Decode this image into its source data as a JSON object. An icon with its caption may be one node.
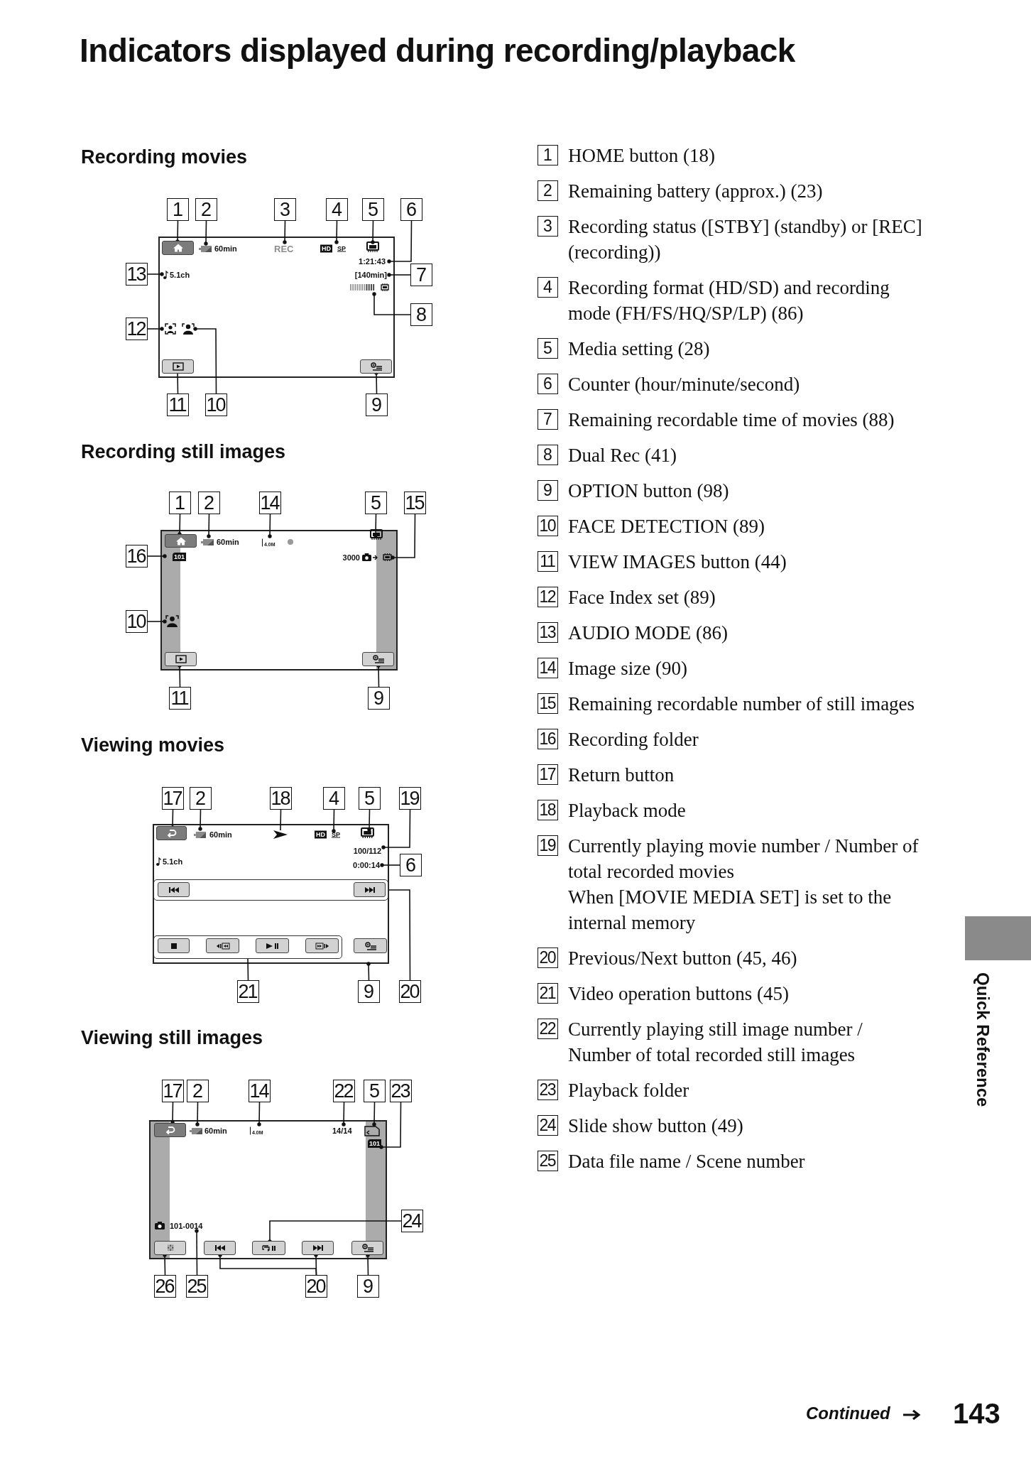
{
  "diagram": {
    "title": "Indicators displayed during recording/playback",
    "nodes": [
      {
        "text": [
          "60min",
          "REC",
          "HD",
          "SP",
          "1:21:43",
          "[140min]",
          "5.1ch"
        ]
      },
      {
        "text": [
          "1"
        ]
      },
      {
        "text": [
          "2"
        ]
      },
      {
        "text": [
          "3"
        ]
      },
      {
        "text": [
          "4"
        ]
      },
      {
        "text": [
          "5"
        ]
      },
      {
        "text": [
          "6"
        ]
      },
      {
        "text": [
          "13"
        ]
      },
      {
        "text": [
          "7"
        ]
      },
      {
        "text": [
          "8"
        ]
      },
      {
        "text": [
          "12"
        ]
      },
      {
        "text": [
          "11"
        ]
      },
      {
        "text": [
          "10"
        ]
      },
      {
        "text": [
          "9"
        ]
      },
      {
        "text": [
          "60min",
          "4.0M",
          "101",
          "3000"
        ]
      },
      {
        "text": [
          "1"
        ]
      },
      {
        "text": [
          "2"
        ]
      },
      {
        "text": [
          "14"
        ]
      },
      {
        "text": [
          "5"
        ]
      },
      {
        "text": [
          "15"
        ]
      },
      {
        "text": [
          "16"
        ]
      },
      {
        "text": [
          "10"
        ]
      },
      {
        "text": [
          "11"
        ]
      },
      {
        "text": [
          "9"
        ]
      },
      {
        "text": [
          "60min",
          "HD",
          "SP",
          "100/112",
          "5.1ch",
          "0:00:14"
        ]
      },
      {
        "text": [
          "17"
        ]
      },
      {
        "text": [
          "2"
        ]
      },
      {
        "text": [
          "18"
        ]
      },
      {
        "text": [
          "4"
        ]
      },
      {
        "text": [
          "5"
        ]
      },
      {
        "text": [
          "19"
        ]
      },
      {
        "text": [
          "6"
        ]
      },
      {
        "text": [
          "21"
        ]
      },
      {
        "text": [
          "9"
        ]
      },
      {
        "text": [
          "20"
        ]
      },
      {
        "text": [
          "60min",
          "4.0M",
          "14/14",
          "101",
          "101-0014"
        ]
      },
      {
        "text": [
          "17"
        ]
      },
      {
        "text": [
          "2"
        ]
      },
      {
        "text": [
          "14"
        ]
      },
      {
        "text": [
          "22"
        ]
      },
      {
        "text": [
          "5"
        ]
      },
      {
        "text": [
          "23"
        ]
      },
      {
        "text": [
          "24"
        ]
      },
      {
        "text": [
          "26"
        ]
      },
      {
        "text": [
          "25"
        ]
      },
      {
        "text": [
          "20"
        ]
      },
      {
        "text": [
          "9"
        ]
      },
      {
        "text": [],
        "shape": "box"
      }
    ],
    "edges": [
      {
        "from": 1,
        "to": 0,
        "arrow": "other"
      },
      {
        "from": 2,
        "to": 0,
        "arrow": "other"
      },
      {
        "from": 3,
        "to": 0,
        "arrow": "other"
      },
      {
        "from": 4,
        "to": 0,
        "arrow": "other"
      },
      {
        "from": 5,
        "to": 0,
        "arrow": "other"
      },
      {
        "from": 6,
        "to": 0,
        "arrow": "other"
      },
      {
        "from": 7,
        "to": 0,
        "arrow": "other"
      },
      {
        "from": 8,
        "to": 0,
        "arrow": "other"
      },
      {
        "from": 9,
        "to": 0,
        "arrow": "other"
      },
      {
        "from": 10,
        "to": 0,
        "arrow": "other"
      },
      {
        "from": 11,
        "to": 0,
        "arrow": "other"
      },
      {
        "from": 12,
        "to": 0,
        "arrow": "other"
      },
      {
        "from": 13,
        "to": 0,
        "arrow": "other"
      },
      {
        "from": 15,
        "to": 14,
        "arrow": "other"
      },
      {
        "from": 16,
        "to": 14,
        "arrow": "other"
      },
      {
        "from": 17,
        "to": 14,
        "arrow": "other"
      },
      {
        "from": 18,
        "to": 14,
        "arrow": "other"
      },
      {
        "from": 19,
        "to": 14,
        "arrow": "other"
      },
      {
        "from": 20,
        "to": 14,
        "arrow": "other"
      },
      {
        "from": 21,
        "to": 14,
        "arrow": "other"
      },
      {
        "from": 22,
        "to": 14,
        "arrow": "other"
      },
      {
        "from": 23,
        "to": 14,
        "arrow": "other"
      },
      {
        "from": 25,
        "to": 24,
        "arrow": "other"
      },
      {
        "from": 26,
        "to": 24,
        "arrow": "other"
      },
      {
        "from": 27,
        "to": 24,
        "arrow": "none"
      },
      {
        "from": 28,
        "to": 24,
        "arrow": "other"
      },
      {
        "from": 29,
        "to": 24,
        "arrow": "other"
      },
      {
        "from": 30,
        "to": 24,
        "arrow": "other"
      },
      {
        "from": 31,
        "to": 24,
        "arrow": "other"
      },
      {
        "from": 32,
        "to": 24,
        "arrow": "none"
      },
      {
        "from": 33,
        "to": 24,
        "arrow": "other"
      },
      {
        "from": 34,
        "to": 24,
        "arrow": "none"
      },
      {
        "from": 36,
        "to": 35,
        "arrow": "other"
      },
      {
        "from": 37,
        "to": 35,
        "arrow": "other"
      },
      {
        "from": 38,
        "to": 35,
        "arrow": "other"
      },
      {
        "from": 39,
        "to": 35,
        "arrow": "other"
      },
      {
        "from": 40,
        "to": 35,
        "arrow": "other"
      },
      {
        "from": 41,
        "to": 35,
        "arrow": "other"
      },
      {
        "from": 42,
        "to": 35,
        "arrow": "other"
      },
      {
        "from": 43,
        "to": 35,
        "arrow": "other"
      },
      {
        "from": 44,
        "to": 35,
        "arrow": "other"
      },
      {
        "from": 45,
        "to": 35,
        "arrow": "other"
      },
      {
        "from": 45,
        "to": 35,
        "arrow": "other"
      },
      {
        "from": 46,
        "to": 35,
        "arrow": "other"
      }
    ],
    "labels": [
      "Recording movies",
      "Recording still images",
      "Viewing movies",
      "Viewing still images",
      "1",
      "HOME button (18)",
      "2",
      "Remaining battery (approx.) (23)",
      "3",
      "Recording status ([STBY] (standby) or [REC] (recording))",
      "4",
      "Recording format (HD/SD) and recording mode (FH/FS/HQ/SP/LP) (86)",
      "5",
      "Media setting (28)",
      "6",
      "Counter (hour/minute/second)",
      "7",
      "Remaining recordable time of movies (88)",
      "8",
      "Dual Rec (41)",
      "9",
      "OPTION button (98)",
      "10",
      "FACE DETECTION (89)",
      "11",
      "VIEW IMAGES button (44)",
      "12",
      "Face Index set (89)",
      "13",
      "AUDIO MODE (86)",
      "14",
      "Image size (90)",
      "15",
      "Remaining recordable number of still images",
      "16",
      "Recording folder",
      "17",
      "Return button",
      "18",
      "Playback mode",
      "19",
      "Currently playing movie number / Number of total recorded movies",
      "When [MOVIE MEDIA SET] is set to the internal memory",
      "20",
      "Previous/Next button (45, 46)",
      "21",
      "Video operation buttons (45)",
      "22",
      "Currently playing still image number / Number of total recorded still images",
      "23",
      "Playback folder",
      "24",
      "Slide show button (49)",
      "25",
      "Data file name / Scene number",
      "Quick Reference",
      "Continued",
      "143"
    ]
  }
}
